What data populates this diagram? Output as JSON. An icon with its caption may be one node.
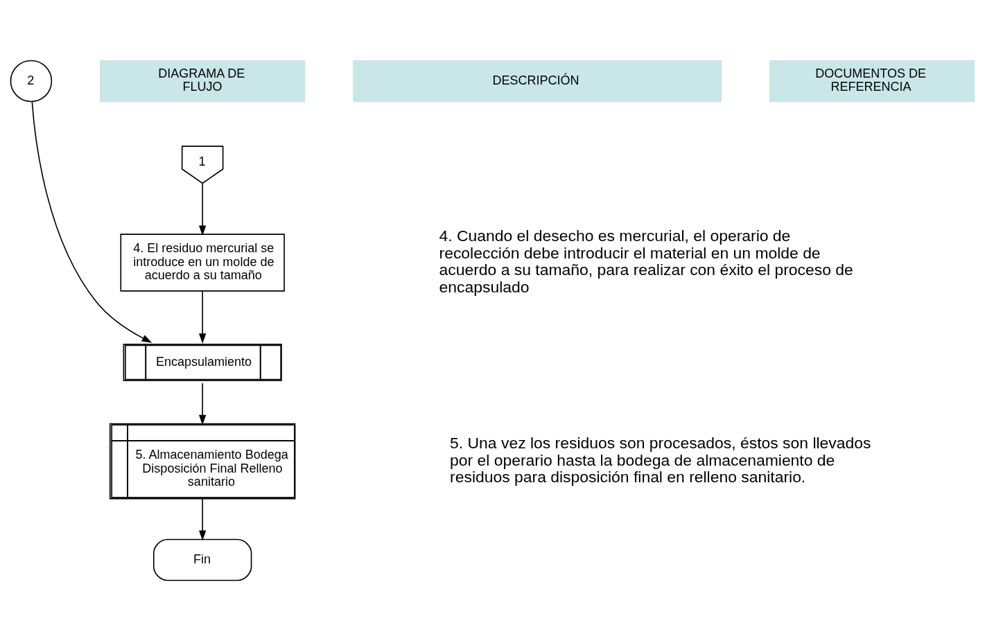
{
  "diagram": {
    "nodes": [
      {
        "text": [
          "1"
        ]
      },
      {
        "text": [
          "4. El residuo mercurial se introduce en un molde de acuerdo a su tamaño"
        ]
      },
      {
        "text": [
          "2"
        ]
      },
      {
        "text": [
          "Encapsulamiento"
        ]
      },
      {
        "text": [
          "5. Almacenamiento Bodega Disposición Final Relleno sanitario"
        ]
      },
      {
        "text": [
          "Fin"
        ]
      }
    ],
    "edges": [
      {
        "from": 0,
        "to": 1,
        "arrow": "to"
      },
      {
        "from": 1,
        "to": 3,
        "arrow": "to"
      },
      {
        "from": 2,
        "to": 3,
        "arrow": "to"
      },
      {
        "from": 3,
        "to": 4,
        "arrow": "to"
      },
      {
        "from": 4,
        "to": 5,
        "arrow": "to"
      }
    ],
    "labels": [
      "DIAGRAMA DE FLUJO",
      "DESCRIPCIÓN",
      "DOCUMENTOS DE REFERENCIA",
      "4. Cuando el desecho es mercurial, el operario de recolección debe introducir el material en un molde de acuerdo a su tamaño, para realizar con éxito el proceso de encapsulado",
      "5. Una vez los residuos son procesados, éstos son llevados por el operario hasta la bodega de almacenamiento de residuos para disposición final en relleno sanitario."
    ]
  }
}
